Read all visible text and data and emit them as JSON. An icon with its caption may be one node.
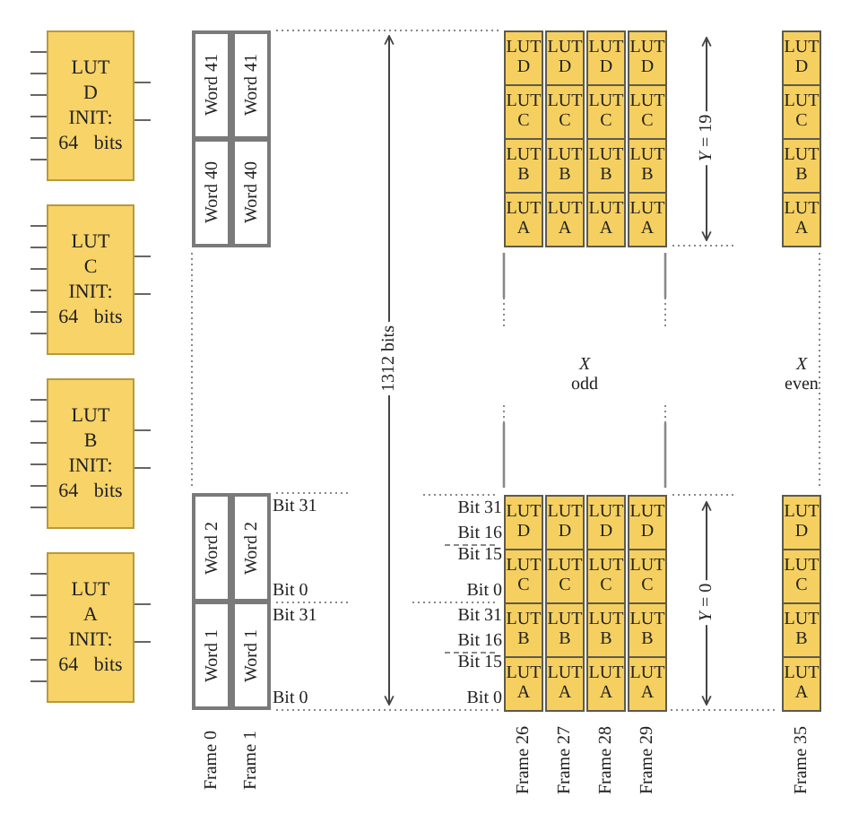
{
  "diagram": {
    "nodes": [
      {
        "text": [
          "LUT D INIT: 64 bits"
        ]
      },
      {
        "text": [
          "LUT C INIT: 64 bits"
        ]
      },
      {
        "text": [
          "LUT B INIT: 64 bits"
        ]
      },
      {
        "text": [
          "LUT A INIT: 64 bits"
        ]
      },
      {
        "text": [
          "Word 41"
        ]
      },
      {
        "text": [
          "Word 41"
        ]
      },
      {
        "text": [
          "Word 40"
        ]
      },
      {
        "text": [
          "Word 40"
        ]
      },
      {
        "text": [
          "Word 2"
        ]
      },
      {
        "text": [
          "Word 2"
        ]
      },
      {
        "text": [
          "Word 1"
        ]
      },
      {
        "text": [
          "Word 1"
        ]
      },
      {
        "text": [
          "LUT D"
        ]
      },
      {
        "text": [
          "LUT D"
        ]
      },
      {
        "text": [
          "LUT D"
        ]
      },
      {
        "text": [
          "LUT D"
        ]
      },
      {
        "text": [
          "LUT D"
        ]
      },
      {
        "text": [
          "LUT C"
        ]
      },
      {
        "text": [
          "LUT C"
        ]
      },
      {
        "text": [
          "LUT C"
        ]
      },
      {
        "text": [
          "LUT C"
        ]
      },
      {
        "text": [
          "LUT C"
        ]
      },
      {
        "text": [
          "LUT B"
        ]
      },
      {
        "text": [
          "LUT B"
        ]
      },
      {
        "text": [
          "LUT B"
        ]
      },
      {
        "text": [
          "LUT B"
        ]
      },
      {
        "text": [
          "LUT B"
        ]
      },
      {
        "text": [
          "LUT A"
        ]
      },
      {
        "text": [
          "LUT A"
        ]
      },
      {
        "text": [
          "LUT A"
        ]
      },
      {
        "text": [
          "LUT A"
        ]
      },
      {
        "text": [
          "LUT A"
        ]
      },
      {
        "text": [
          "LUT D"
        ]
      },
      {
        "text": [
          "LUT D"
        ]
      },
      {
        "text": [
          "LUT D"
        ]
      },
      {
        "text": [
          "LUT D"
        ]
      },
      {
        "text": [
          "LUT D"
        ]
      },
      {
        "text": [
          "LUT C"
        ]
      },
      {
        "text": [
          "LUT C"
        ]
      },
      {
        "text": [
          "LUT C"
        ]
      },
      {
        "text": [
          "LUT C"
        ]
      },
      {
        "text": [
          "LUT C"
        ]
      },
      {
        "text": [
          "LUT B"
        ]
      },
      {
        "text": [
          "LUT B"
        ]
      },
      {
        "text": [
          "LUT B"
        ]
      },
      {
        "text": [
          "LUT B"
        ]
      },
      {
        "text": [
          "LUT B"
        ]
      },
      {
        "text": [
          "LUT A"
        ]
      },
      {
        "text": [
          "LUT A"
        ]
      },
      {
        "text": [
          "LUT A"
        ]
      },
      {
        "text": [
          "LUT A"
        ]
      },
      {
        "text": [
          "LUT A"
        ]
      }
    ],
    "labels": [
      "1312 bits",
      "*Y* = 19",
      "X",
      "odd",
      "X",
      "even",
      "Bit 31",
      "Bit 0",
      "Bit 31",
      "Bit 0",
      "Bit 31",
      "Bit 16",
      "Bit 15",
      "Bit 0",
      "Bit 31",
      "Bit 16",
      "Bit 15",
      "Bit 0",
      "*Y* = 0",
      "Frame 0",
      "Frame 1",
      "Frame 26",
      "Frame 27",
      "Frame 28",
      "Frame 29",
      "Frame 35"
    ]
  }
}
